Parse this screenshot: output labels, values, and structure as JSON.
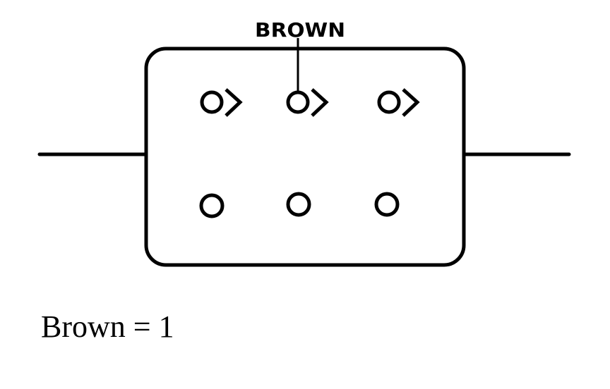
{
  "diagram": {
    "callout_label": "BROWN",
    "caption": "Brown = 1",
    "top_row_marker_count": 3,
    "bottom_row_marker_count": 3,
    "line_color": "#000000",
    "background_color": "#ffffff"
  }
}
